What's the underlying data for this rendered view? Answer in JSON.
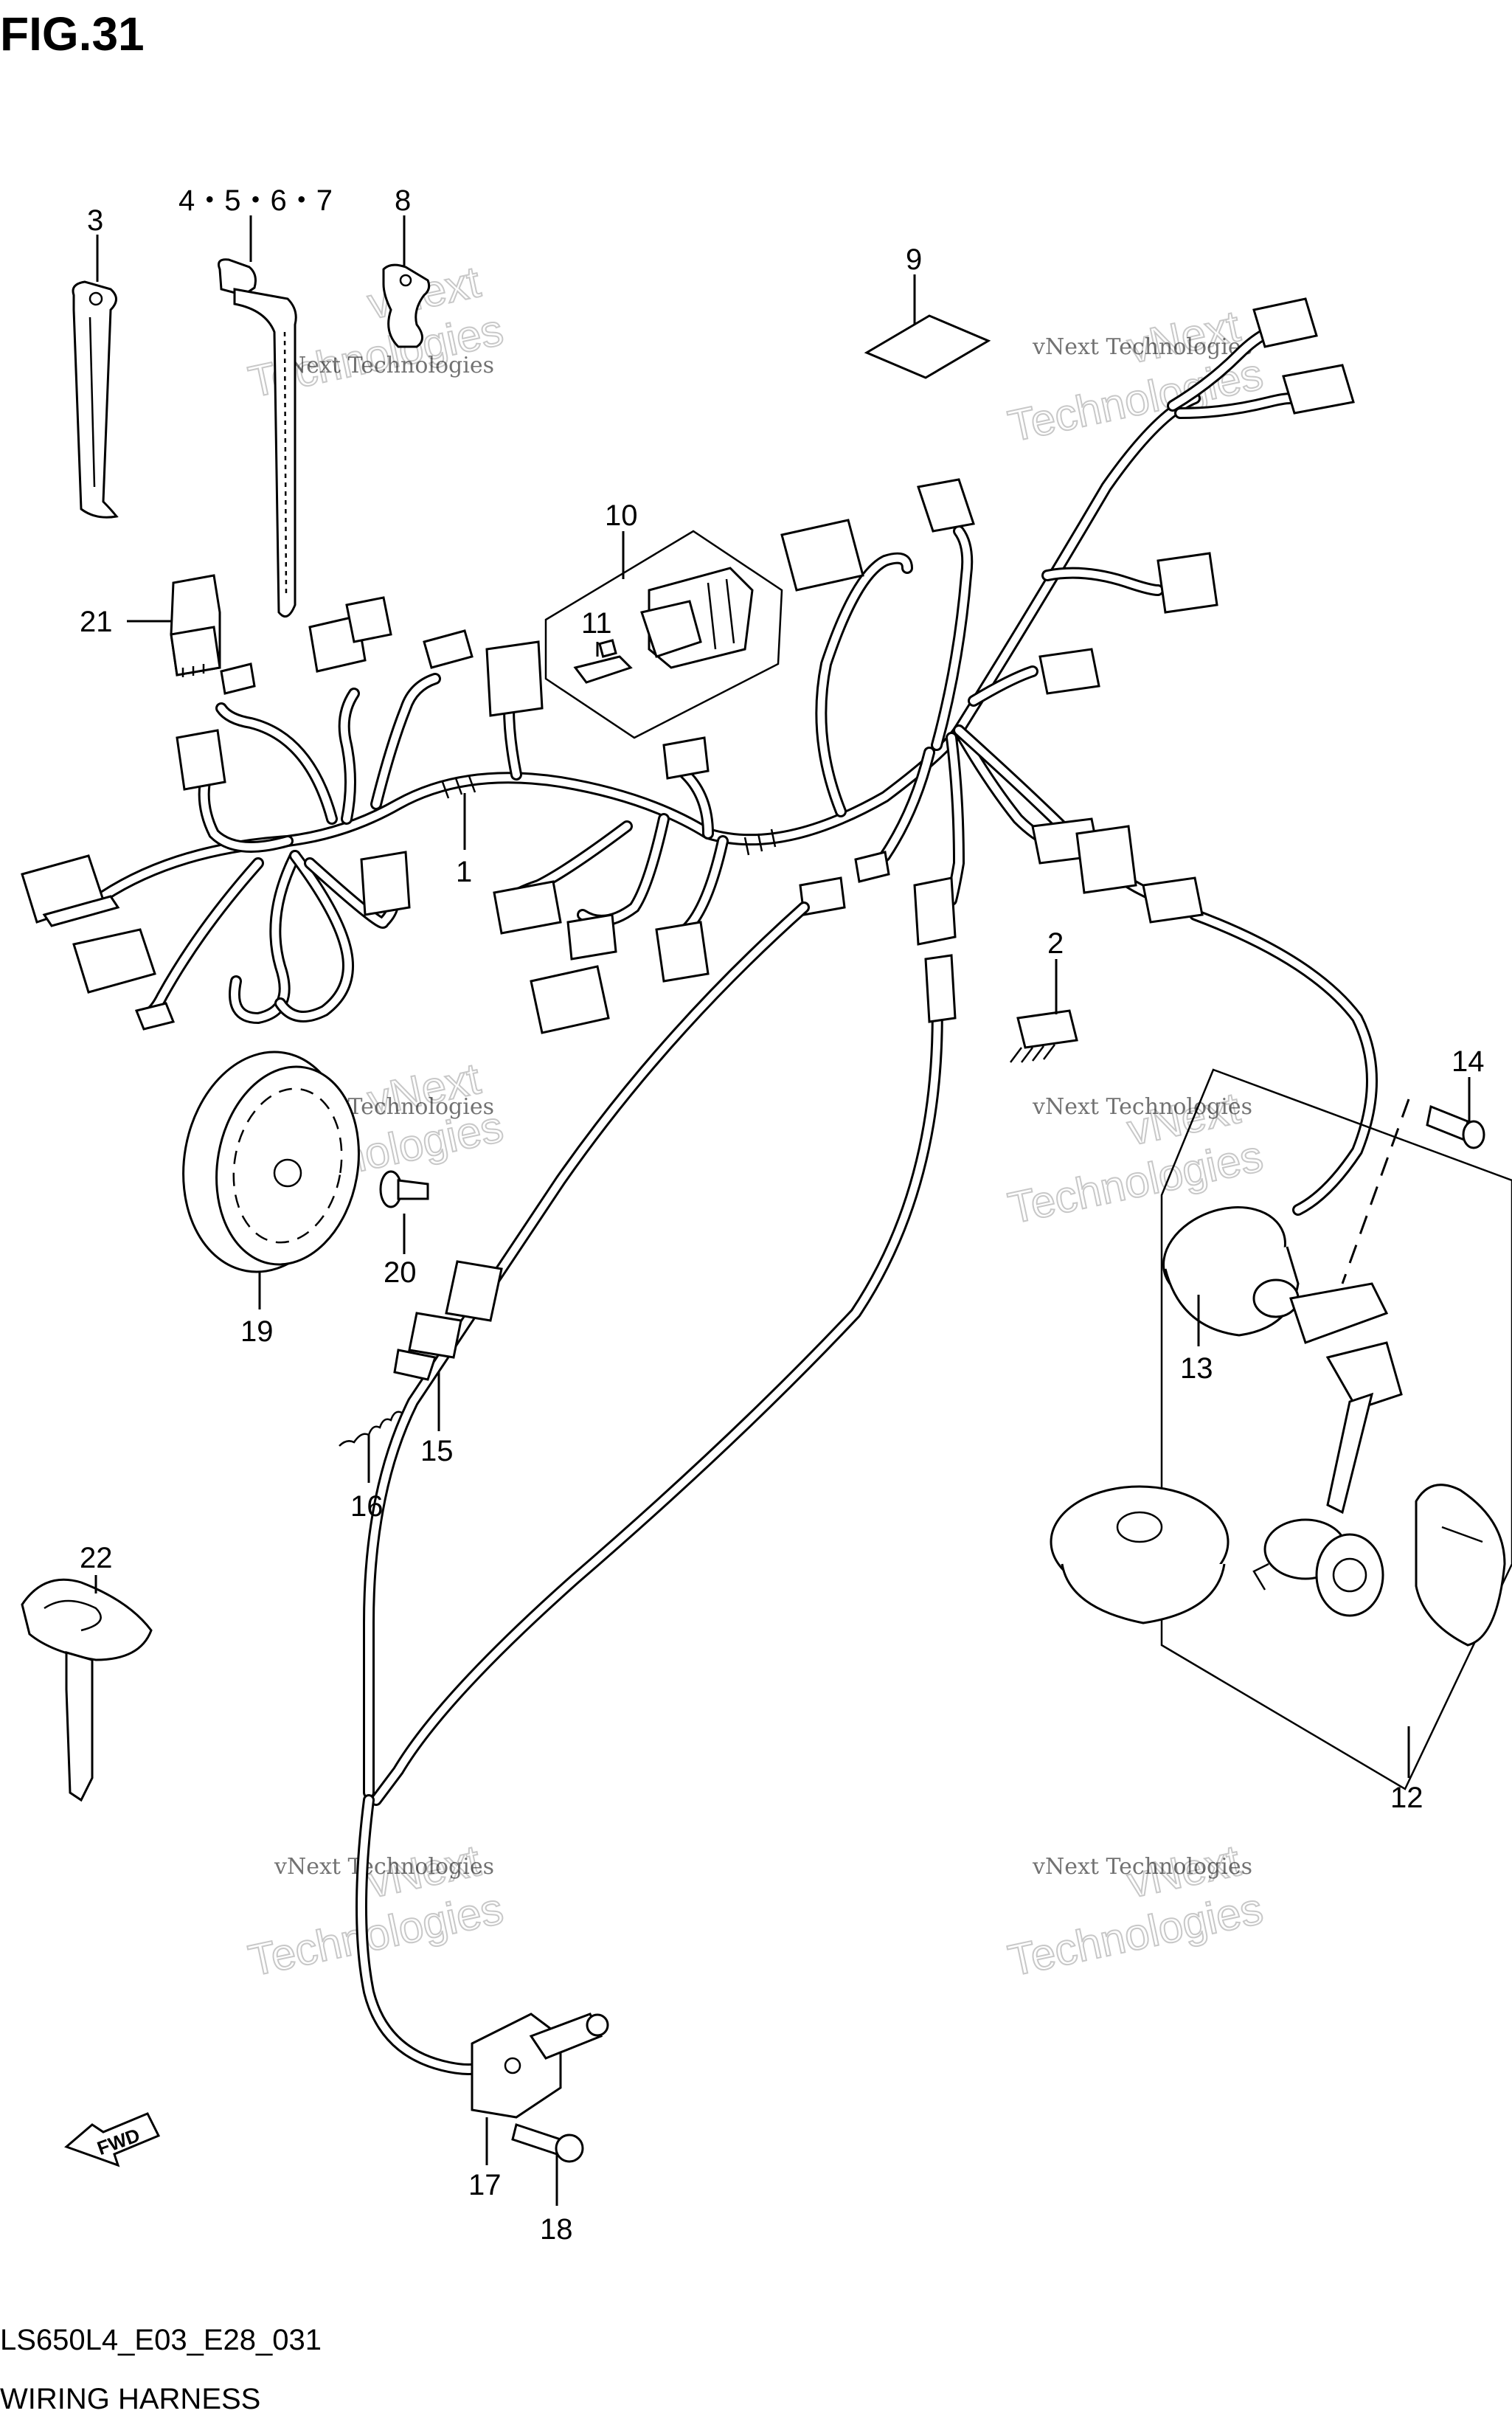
{
  "figure": {
    "title": "FIG.31",
    "model_code": "LS650L4_E03_E28_031",
    "caption": "WIRING HARNESS"
  },
  "watermark": {
    "small": "vNext Technologies",
    "big": "Technologies",
    "big_top": "vNext"
  },
  "fwd_label": "FWD",
  "callouts": {
    "c1": "1",
    "c2": "2",
    "c3": "3",
    "c4567": "4・5・6・7",
    "c8": "8",
    "c9": "9",
    "c10": "10",
    "c11": "11",
    "c12": "12",
    "c13": "13",
    "c14": "14",
    "c15": "15",
    "c16": "16",
    "c17": "17",
    "c18": "18",
    "c19": "19",
    "c20": "20",
    "c21": "21",
    "c22": "22"
  }
}
